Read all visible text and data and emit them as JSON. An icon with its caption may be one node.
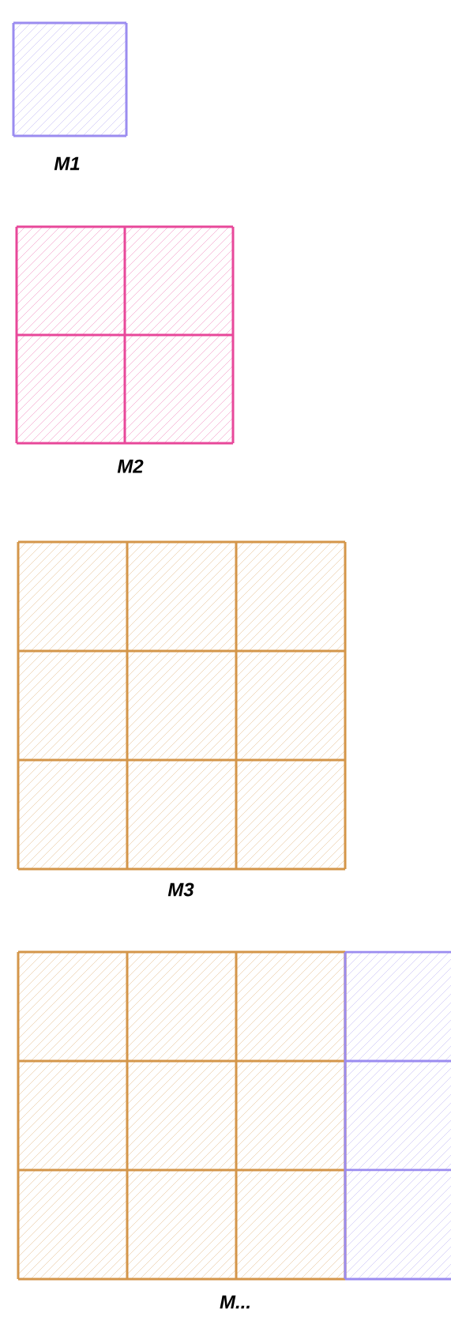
{
  "diagram": {
    "labels": [
      "M1",
      "M2",
      "M3",
      "M..."
    ]
  }
}
